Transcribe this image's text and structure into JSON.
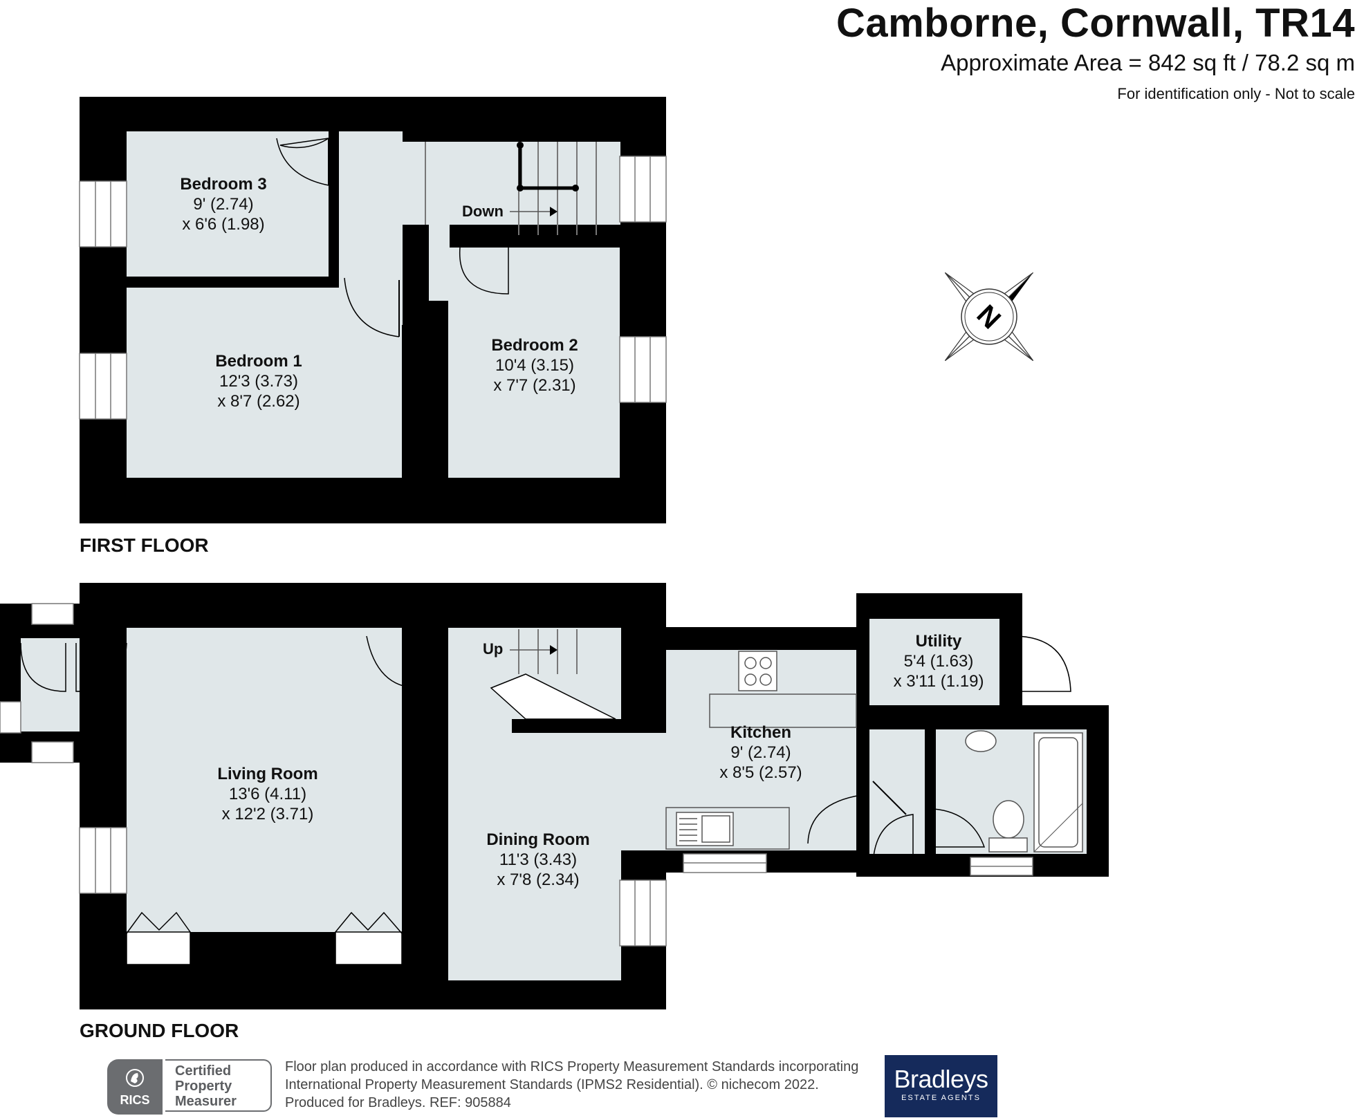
{
  "header": {
    "title": "Camborne, Cornwall, TR14",
    "area": "Approximate Area = 842 sq ft / 78.2 sq m",
    "note": "For identification only - Not to scale"
  },
  "floors": {
    "first": "FIRST FLOOR",
    "ground": "GROUND FLOOR"
  },
  "rooms": {
    "bedroom3": {
      "name": "Bedroom 3",
      "dim1": "9' (2.74)",
      "dim2": "x 6'6 (1.98)"
    },
    "bedroom1": {
      "name": "Bedroom 1",
      "dim1": "12'3 (3.73)",
      "dim2": "x 8'7 (2.62)"
    },
    "bedroom2": {
      "name": "Bedroom 2",
      "dim1": "10'4 (3.15)",
      "dim2": "x 7'7 (2.31)"
    },
    "living": {
      "name": "Living Room",
      "dim1": "13'6 (4.11)",
      "dim2": "x 12'2 (3.71)"
    },
    "dining": {
      "name": "Dining Room",
      "dim1": "11'3 (3.43)",
      "dim2": "x 7'8 (2.34)"
    },
    "kitchen": {
      "name": "Kitchen",
      "dim1": "9' (2.74)",
      "dim2": "x 8'5 (2.57)"
    },
    "utility": {
      "name": "Utility",
      "dim1": "5'4 (1.63)",
      "dim2": "x 3'11 (1.19)"
    }
  },
  "stairs": {
    "down": "Down",
    "up": "Up"
  },
  "compass": {
    "letter": "N"
  },
  "footer": {
    "line1": "Floor plan produced in accordance with RICS Property Measurement Standards incorporating",
    "line2": "International Property Measurement Standards (IPMS2 Residential).  © nichecom 2022.",
    "line3": "Produced for Bradleys.   REF:  905884"
  },
  "rics_badge": {
    "word": "RICS",
    "line1": "Certified",
    "line2": "Property",
    "line3": "Measurer"
  },
  "brand": {
    "name": "Bradleys",
    "sub": "ESTATE AGENTS"
  },
  "colors": {
    "wall": "#000000",
    "floor": "#e0e7e9",
    "brand_navy": "#152a5b",
    "rics_grey": "#6b6d70"
  }
}
